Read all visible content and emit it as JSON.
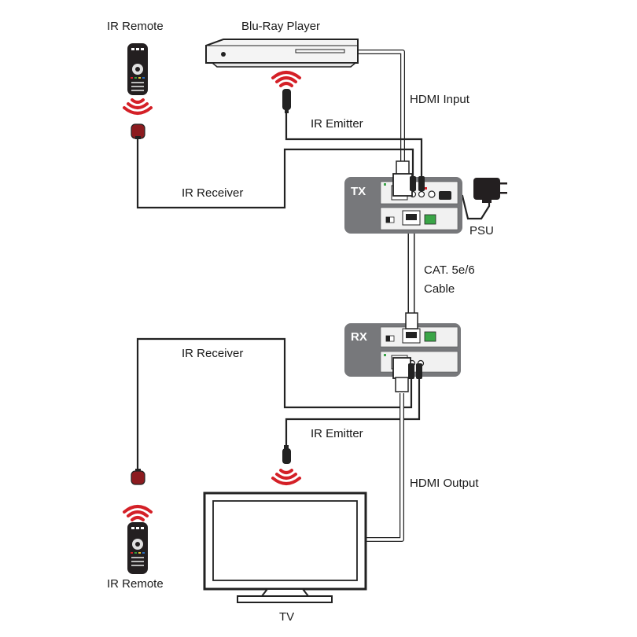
{
  "labels": {
    "ir_remote_top": "IR Remote",
    "bluray": "Blu-Ray Player",
    "hdmi_input": "HDMI Input",
    "ir_emitter_top": "IR Emitter",
    "ir_receiver_top": "IR Receiver",
    "tx": "TX",
    "psu": "PSU",
    "cable_line1": "CAT. 5e/6",
    "cable_line2": "Cable",
    "rx": "RX",
    "ir_receiver_bottom": "IR Receiver",
    "ir_emitter_bottom": "IR Emitter",
    "hdmi_output": "HDMI Output",
    "ir_remote_bottom": "IR Remote",
    "tv": "TV"
  },
  "colors": {
    "cable": "#222222",
    "signal": "#d42027",
    "unit_body": "#77787b",
    "panel": "#f1f1f1"
  }
}
